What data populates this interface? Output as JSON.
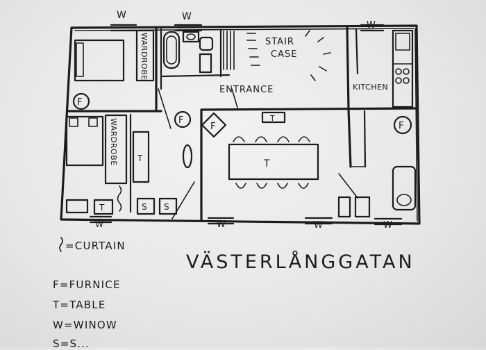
{
  "rooms": {
    "staircase_line1": "STAIR",
    "staircase_line2": "CASE",
    "entrance": "ENTRANCE",
    "kitchen": "KITCHEN",
    "wardrobe_top": "WARDROBE",
    "wardrobe_bottom": "WARDROBE"
  },
  "symbols": {
    "furnace": "F",
    "table": "T",
    "window": "W",
    "sink": "S"
  },
  "street_name": "VÄSTERLÅNGGATAN",
  "legend": [
    {
      "key": "curtain",
      "text": "=CURTAIN"
    },
    {
      "key": "furnace",
      "text": "F=FURNICE"
    },
    {
      "key": "table",
      "text": "T=TABLE"
    },
    {
      "key": "window",
      "text": "W=WINOW"
    },
    {
      "key": "sink",
      "text": "S=S..."
    }
  ],
  "colors": {
    "paper": "#ecebe9",
    "ink": "#1c1c1c"
  }
}
